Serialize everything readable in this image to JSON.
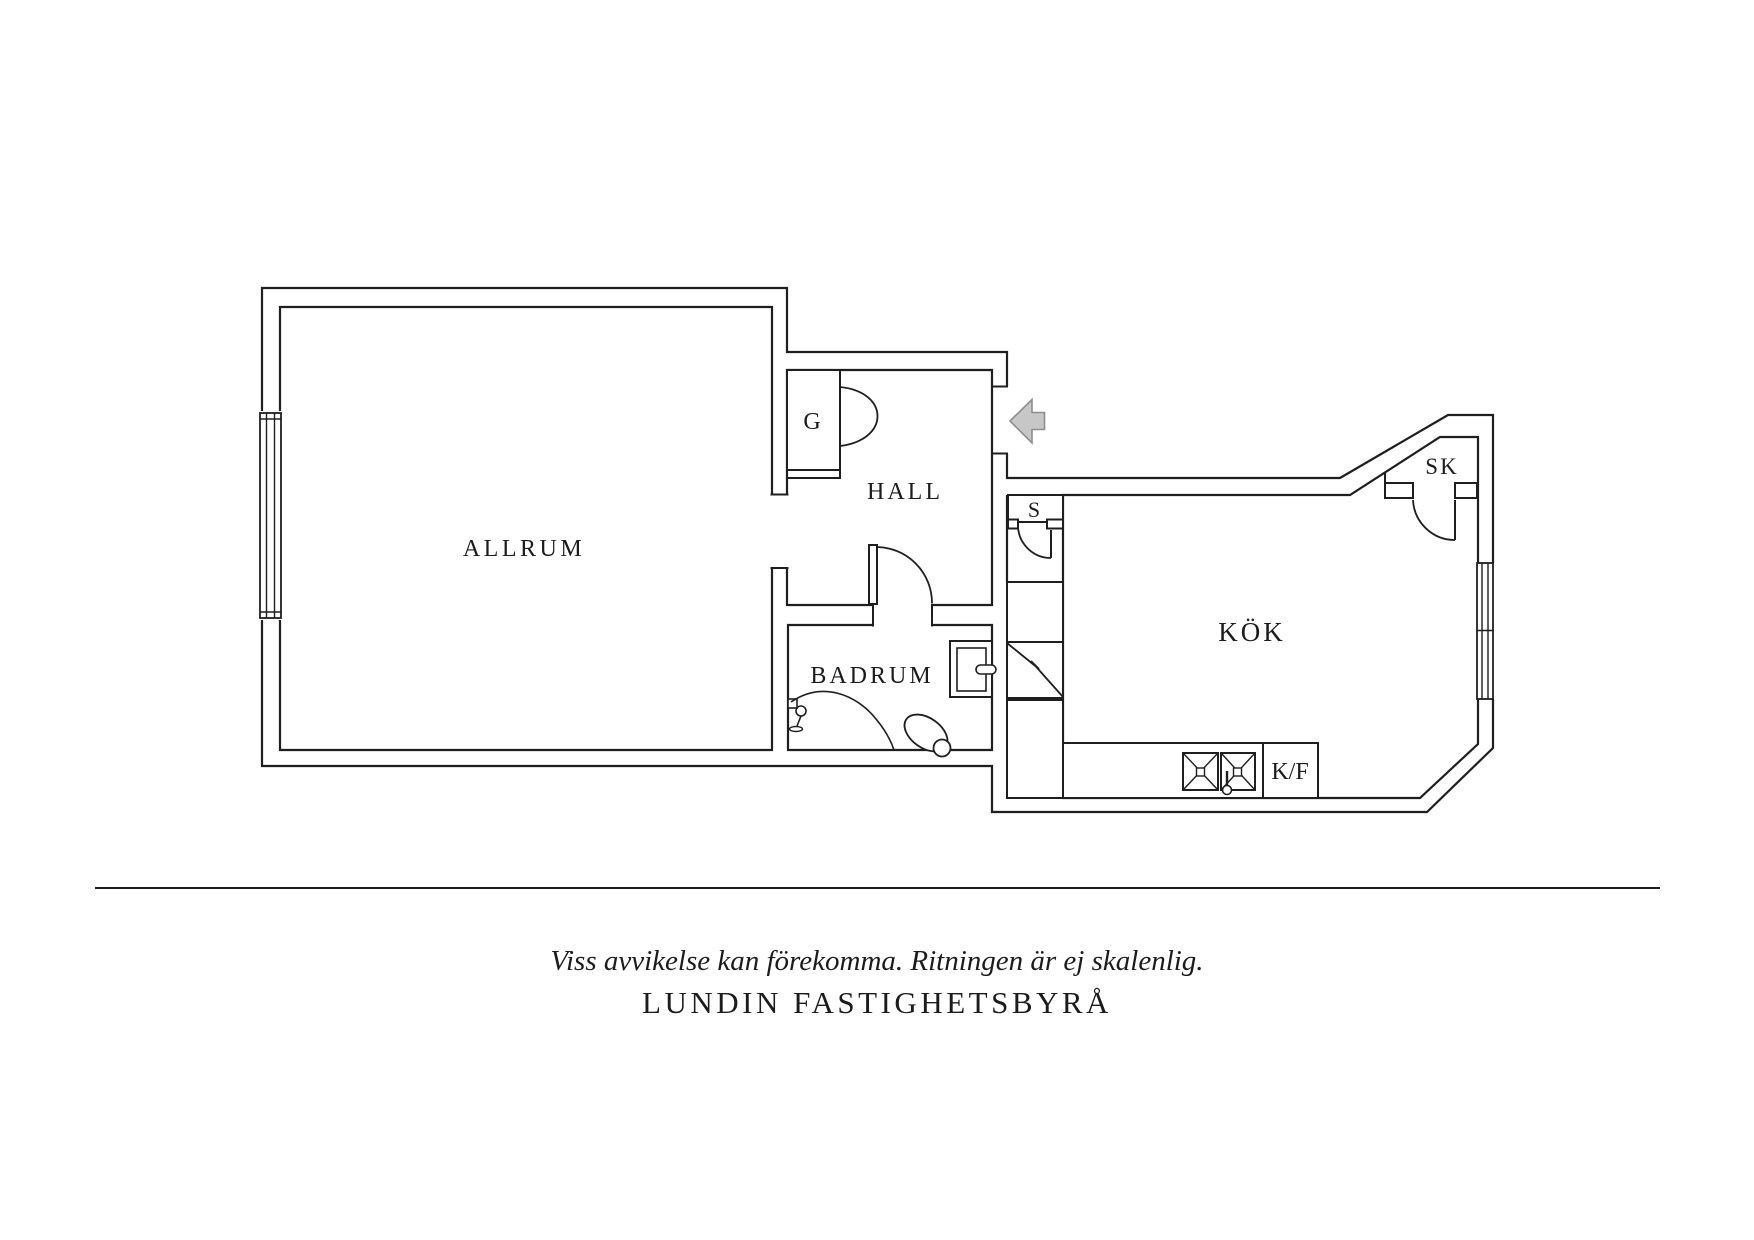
{
  "floor_plan": {
    "rooms": {
      "allrum": "ALLRUM",
      "hall": "HALL",
      "garderob": "G",
      "stadskap": "S",
      "badrum": "BADRUM",
      "kok": "KÖK",
      "skap": "SK",
      "kyl_frys": "K/F"
    },
    "icons": {
      "entrance_arrow": "entrance-direction-arrow"
    },
    "colors": {
      "wall_line": "#1f1f1f",
      "arrow_fill": "#c7c7c7",
      "arrow_stroke": "#8d8d8d"
    }
  },
  "footer": {
    "disclaimer": "Viss avvikelse kan förekomma. Ritningen är ej skalenlig.",
    "brand": "LUNDIN FASTIGHETSBYRÅ"
  }
}
